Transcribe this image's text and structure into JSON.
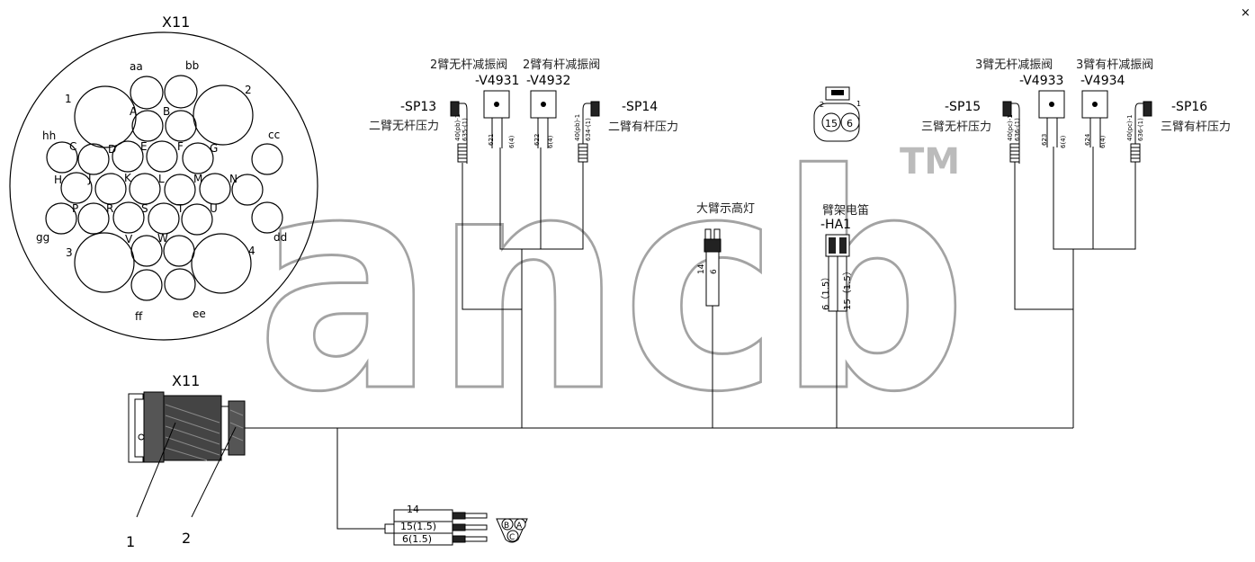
{
  "watermark": {
    "text": "ancb",
    "tm": "TM"
  },
  "top_right_glyph": "×",
  "pinout": {
    "title": "X11",
    "small_labels": [
      "aa",
      "bb",
      "cc",
      "dd",
      "ee",
      "ff",
      "gg",
      "hh"
    ],
    "big_labels": [
      "1",
      "2",
      "3",
      "4"
    ],
    "pin_letters": [
      "A",
      "B",
      "C",
      "D",
      "E",
      "F",
      "G",
      "H",
      "J",
      "K",
      "L",
      "M",
      "N",
      "P",
      "R",
      "S",
      "T",
      "U",
      "V",
      "W"
    ]
  },
  "connector": {
    "title": "X11",
    "callouts": [
      "1",
      "2"
    ]
  },
  "components": {
    "sp13": {
      "id": "-SP13",
      "desc": "二臂无杆压力",
      "w1": "40(pb)-1",
      "w2": "635-(1)"
    },
    "v4931": {
      "title": "2臂无杆减振阀",
      "id": "-V4931",
      "w1": "621",
      "w2": "6(4)"
    },
    "v4932": {
      "title": "2臂有杆减振阀",
      "id": "-V4932",
      "w1": "622",
      "w2": "6(4)"
    },
    "sp14": {
      "id": "-SP14",
      "desc": "二臂有杆压力",
      "w1": "40(pb)-1",
      "w2": "634-(1)"
    },
    "lamp": {
      "title": "大臂示高灯",
      "w1": "14",
      "w2": "6"
    },
    "socket": {
      "pin_left": "2",
      "pin_right": "1",
      "inner_left": "15",
      "inner_right": "6"
    },
    "ha1": {
      "title": "臂架电笛",
      "id": "-HA1",
      "w1": "6（1.5）",
      "w2": "15（1.5）"
    },
    "sp15": {
      "id": "-SP15",
      "desc": "三臂无杆压力",
      "w1": "40(pc)-1",
      "w2": "636-(1)"
    },
    "v4933": {
      "title": "3臂无杆减振阀",
      "id": "-V4933",
      "w1": "623",
      "w2": "6(4)"
    },
    "v4934": {
      "title": "3臂有杆减振阀",
      "id": "-V4934",
      "w1": "624",
      "w2": "6(4)"
    },
    "sp16": {
      "id": "-SP16",
      "desc": "三臂有杆压力",
      "w1": "40(pc)-1",
      "w2": "636-(1)"
    }
  },
  "bottom_plug": {
    "wires": [
      "14",
      "15(1.5)",
      "6(1.5)"
    ],
    "pins": [
      "B",
      "A",
      "C"
    ]
  }
}
